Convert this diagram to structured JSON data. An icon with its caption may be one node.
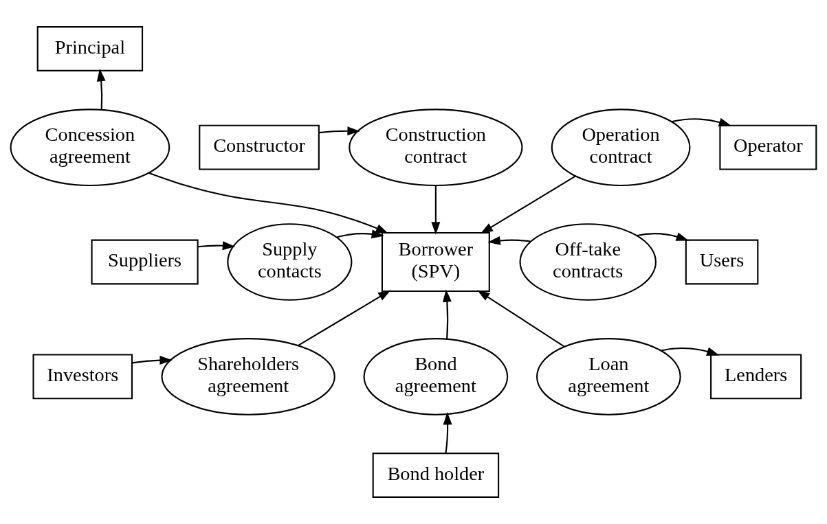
{
  "diagram": {
    "nodes": [
      {
        "text": [
          "Principal"
        ]
      },
      {
        "text": [
          "Concession agreement"
        ]
      },
      {
        "text": [
          "Constructor"
        ]
      },
      {
        "text": [
          "Construction contract"
        ]
      },
      {
        "text": [
          "Operation contract"
        ]
      },
      {
        "text": [
          "Operator"
        ]
      },
      {
        "text": [
          "Suppliers"
        ]
      },
      {
        "text": [
          "Supply contacts"
        ]
      },
      {
        "text": [
          "Borrower (SPV)"
        ]
      },
      {
        "text": [
          "Off-take contracts"
        ]
      },
      {
        "text": [
          "Users"
        ]
      },
      {
        "text": [
          "Investors"
        ]
      },
      {
        "text": [
          "Shareholders agreement"
        ]
      },
      {
        "text": [
          "Bond agreement"
        ]
      },
      {
        "text": [
          "Loan agreement"
        ]
      },
      {
        "text": [
          "Lenders"
        ]
      },
      {
        "text": [
          "Bond holder"
        ]
      }
    ],
    "edges": [
      {
        "from": 1,
        "to": 0,
        "arrow": "to"
      },
      {
        "from": 1,
        "to": 8,
        "arrow": "to"
      },
      {
        "from": 2,
        "to": 3,
        "arrow": "to"
      },
      {
        "from": 3,
        "to": 8,
        "arrow": "to"
      },
      {
        "from": 4,
        "to": 5,
        "arrow": "to"
      },
      {
        "from": 4,
        "to": 8,
        "arrow": "to"
      },
      {
        "from": 6,
        "to": 7,
        "arrow": "to"
      },
      {
        "from": 7,
        "to": 8,
        "arrow": "to"
      },
      {
        "from": 9,
        "to": 8,
        "arrow": "to"
      },
      {
        "from": 9,
        "to": 10,
        "arrow": "to"
      },
      {
        "from": 11,
        "to": 12,
        "arrow": "to"
      },
      {
        "from": 12,
        "to": 8,
        "arrow": "to"
      },
      {
        "from": 13,
        "to": 8,
        "arrow": "to"
      },
      {
        "from": 14,
        "to": 8,
        "arrow": "to"
      },
      {
        "from": 14,
        "to": 15,
        "arrow": "to"
      },
      {
        "from": 16,
        "to": 13,
        "arrow": "to"
      }
    ]
  }
}
